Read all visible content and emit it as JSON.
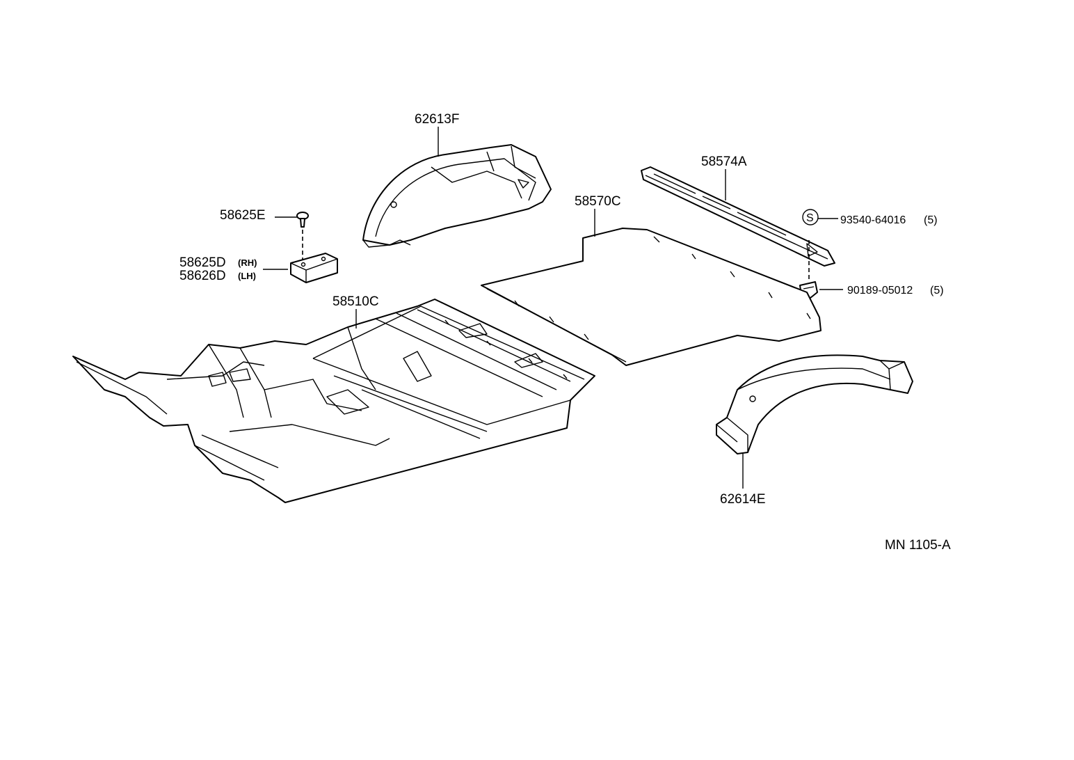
{
  "parts": {
    "p62613F": "62613F",
    "p58574A": "58574A",
    "p58570C": "58570C",
    "p58625E": "58625E",
    "p58625D": "58625D",
    "p58625D_side": "(RH)",
    "p58626D": "58626D",
    "p58626D_side": "(LH)",
    "p58510C": "58510C",
    "p93540": "93540-64016",
    "p93540_qty": "(5)",
    "p90189": "90189-05012",
    "p90189_qty": "(5)",
    "p62614E": "62614E",
    "s_symbol": "S"
  },
  "drawing_code": "MN  1105-A"
}
